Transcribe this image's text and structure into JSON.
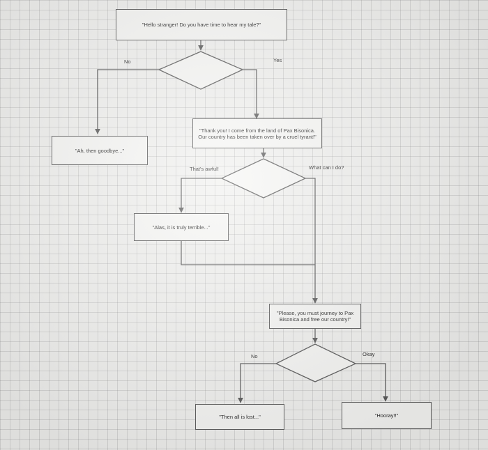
{
  "flowchart": {
    "start_box": "\"Hello stranger! Do you have time to hear my tale?\"",
    "decision1": {
      "no_label": "No",
      "yes_label": "Yes"
    },
    "goodbye_box": "\"Ah, then goodbye...\"",
    "tale_box": "\"Thank you! I come from the land of Pax Bisonica. Our country has been taken over by a cruel tyrant!\"",
    "decision2": {
      "left_label": "That's awful!",
      "right_label": "What can I do?"
    },
    "alas_box": "\"Alas, it is truly terrible...\"",
    "journey_box": "\"Please, you must journey to Pax Bisonica and free our country!\"",
    "decision3": {
      "no_label": "No",
      "okay_label": "Okay"
    },
    "lost_box": "\"Then all is lost...\"",
    "hooray_box": "\"Hooray!!\""
  }
}
